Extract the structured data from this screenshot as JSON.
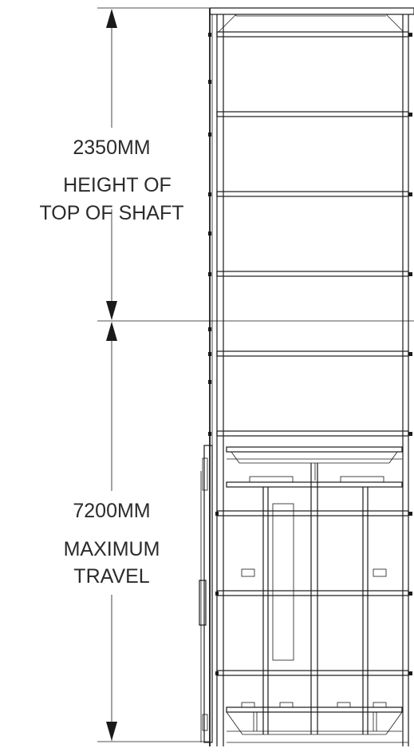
{
  "upper_dimension": {
    "value": "2350MM",
    "line1": "HEIGHT OF",
    "line2": "TOP OF SHAFT"
  },
  "lower_dimension": {
    "value": "7200MM",
    "line1": "MAXIMUM",
    "line2": "TRAVEL"
  }
}
